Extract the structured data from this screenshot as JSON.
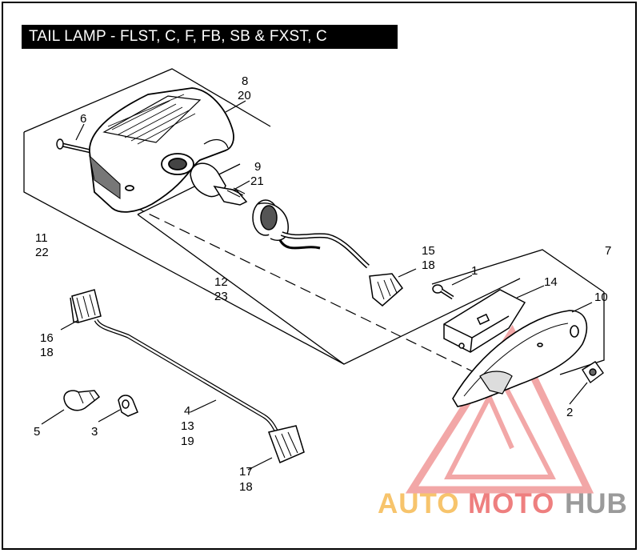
{
  "title": "TAIL LAMP - FLST, C, F, FB, SB & FXST, C",
  "callouts": {
    "c1": "1",
    "c2": "2",
    "c3": "3",
    "c4": "4",
    "c5": "5",
    "c6": "6",
    "c7": "7",
    "c8": "8",
    "c9": "9",
    "c10": "10",
    "c11": "11",
    "c12": "12",
    "c13": "13",
    "c14": "14",
    "c15": "15",
    "c16": "16",
    "c17": "17",
    "c18a": "18",
    "c18b": "18",
    "c18c": "18",
    "c19": "19",
    "c20": "20",
    "c21": "21",
    "c22": "22",
    "c23": "23"
  },
  "watermark": {
    "part1": "AUTO",
    "part2": "MOTO",
    "part3": "HUB",
    "color_orange": "#f7c46c",
    "color_red": "#ee7f7f",
    "color_gray": "#9a9a9a"
  }
}
